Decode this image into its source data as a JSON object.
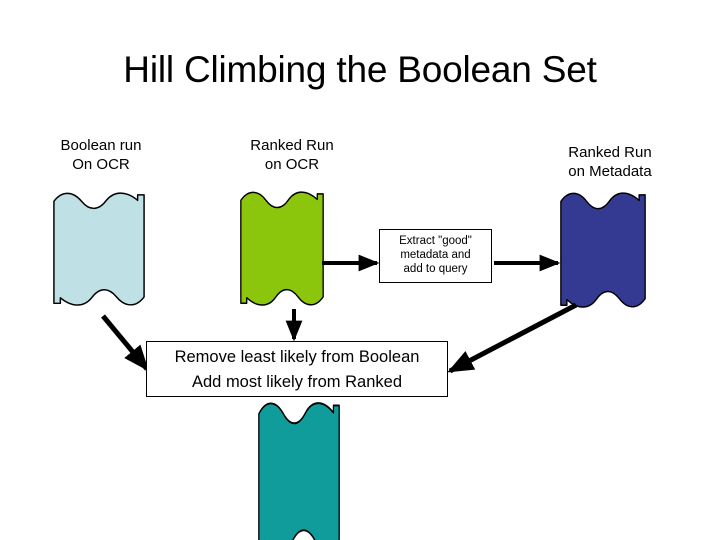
{
  "slide": {
    "title": "Hill Climbing the Boolean Set",
    "background_color": "#ffffff"
  },
  "documents": [
    {
      "name": "boolean-run-on-ocr",
      "caption": "Boolean run\nOn OCR",
      "fill_color": "#bfe0e4",
      "outline_color": "#000000"
    },
    {
      "name": "ranked-run-on-ocr",
      "caption": "Ranked Run\non OCR",
      "fill_color": "#8cc60c",
      "outline_color": "#000000"
    },
    {
      "name": "ranked-run-on-metadata",
      "caption": "Ranked Run\non Metadata",
      "fill_color": "#343a92",
      "outline_color": "#000000"
    },
    {
      "name": "merged-run",
      "caption": "",
      "fill_color": "#119c9c",
      "outline_color": "#000000"
    }
  ],
  "boxes": {
    "extract": {
      "text": "Extract \"good\"\nmetadata and\nadd to query",
      "fill_color": "#ffffff",
      "border_color": "#000000"
    },
    "hill_climb": {
      "text": "Remove least likely from Boolean\nAdd most likely from Ranked",
      "fill_color": "#ffffff",
      "border_color": "#000000"
    }
  },
  "connectors": [
    {
      "name": "ranked-ocr-to-extract",
      "style": "horizontal-arrow",
      "color": "#000000"
    },
    {
      "name": "extract-to-ranked-metadata",
      "style": "horizontal-arrow",
      "color": "#000000"
    },
    {
      "name": "boolean-ocr-to-hill-climb",
      "style": "diagonal-arrow",
      "color": "#000000"
    },
    {
      "name": "ranked-ocr-to-hill-climb",
      "style": "vertical-arrow",
      "color": "#000000"
    },
    {
      "name": "ranked-metadata-to-hill-climb",
      "style": "diagonal-arrow",
      "color": "#000000"
    }
  ]
}
